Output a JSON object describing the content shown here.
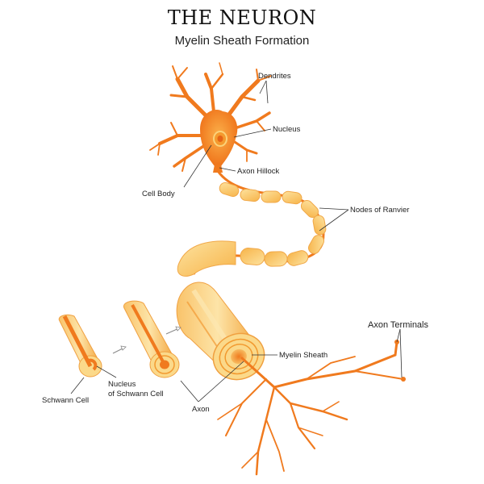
{
  "title": "THE NEURON",
  "subtitle": "Myelin Sheath Formation",
  "labels": {
    "dendrites": "Dendrites",
    "nucleus": "Nucleus",
    "axon_hillock": "Axon Hillock",
    "cell_body": "Cell Body",
    "nodes_of_ranvier": "Nodes of Ranvier",
    "axon_terminals": "Axon Terminals",
    "myelin_sheath": "Myelin Sheath",
    "axon": "Axon",
    "schwann_cell": "Schwann Cell",
    "nucleus_of_schwann_cell_line1": "Nucleus",
    "nucleus_of_schwann_cell_line2": "of Schwann Cell"
  },
  "colors": {
    "neuron_orange": "#f07a1e",
    "light_orange": "#f7b04a",
    "sheath_pale": "#fbd98a",
    "deep_orange": "#e05a10"
  }
}
